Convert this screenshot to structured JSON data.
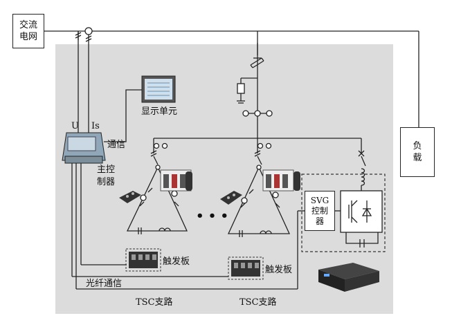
{
  "grid": {
    "line1": "交流",
    "line2": "电网"
  },
  "load": {
    "line1": "负",
    "line2": "载"
  },
  "display_unit": "显示单元",
  "signals": {
    "u": "U",
    "is": "Is"
  },
  "comm": "通信",
  "controller": {
    "line1": "主控",
    "line2": "制器"
  },
  "svg_controller": {
    "line1": "SVG",
    "line2": "控制",
    "line3": "器"
  },
  "trigger_board_1": "触发板",
  "trigger_board_2": "触发板",
  "fiber_comm": "光纤通信",
  "tsc_branch_1": "TSC支路",
  "tsc_branch_2": "TSC支路",
  "ellipsis": "• • •",
  "colors": {
    "panel": "#dcdcdc",
    "line": "#222222",
    "dashed": "#333333"
  }
}
